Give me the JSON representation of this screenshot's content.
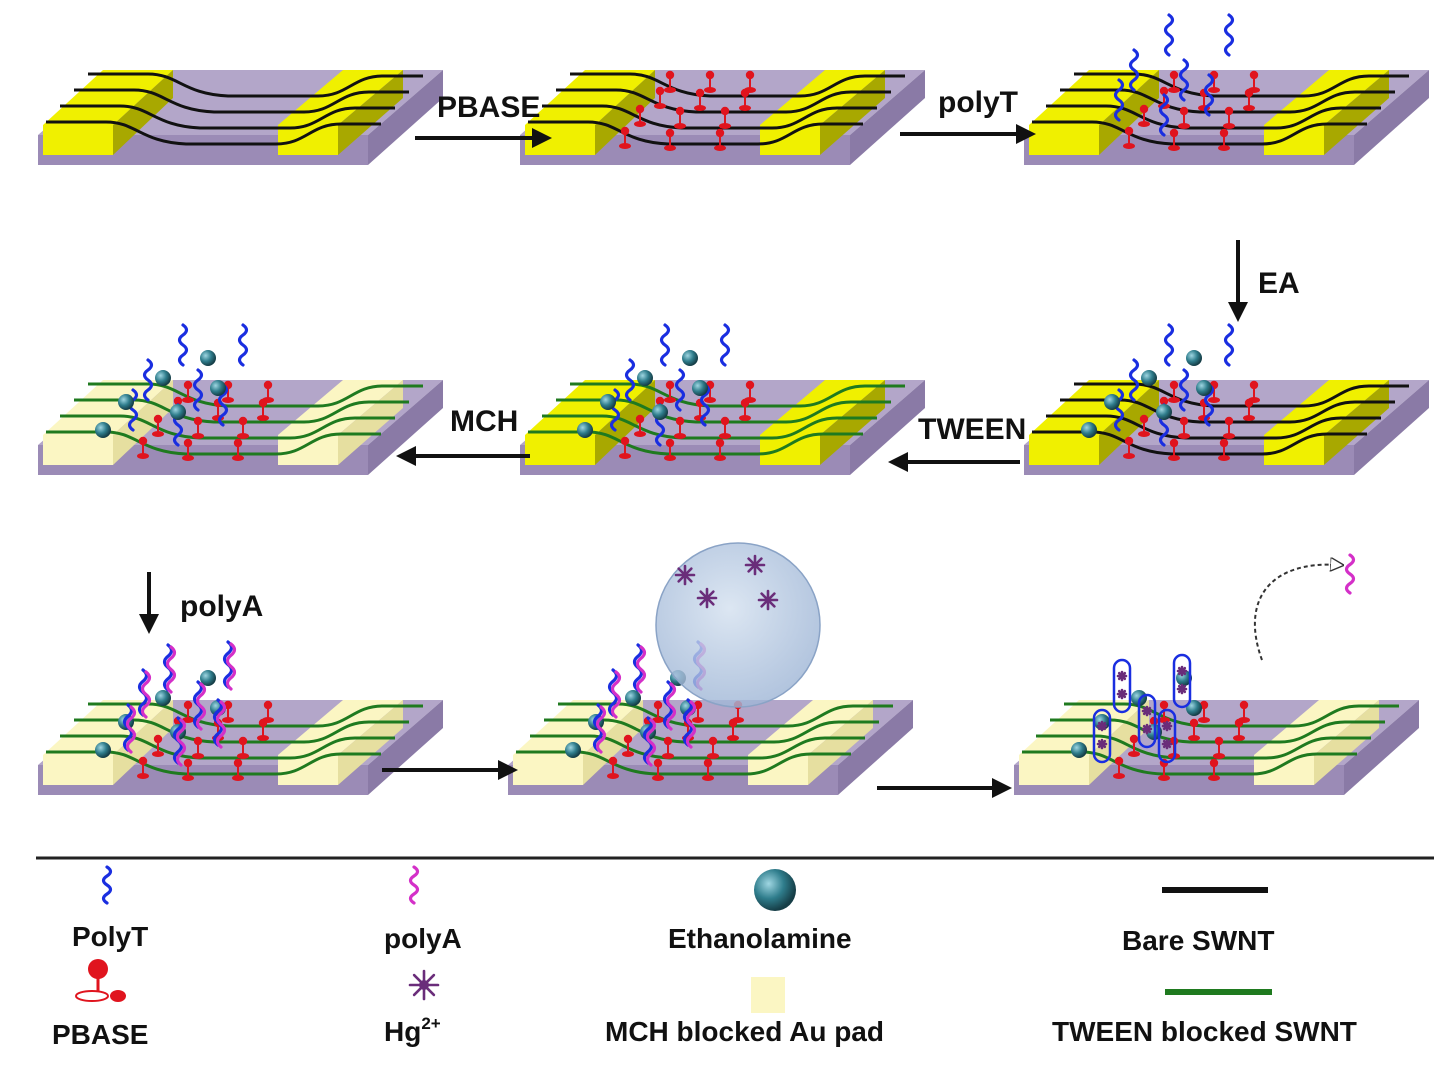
{
  "steps": {
    "s1": "PBASE",
    "s2": "polyT",
    "s3": "EA",
    "s4": "TWEEN",
    "s5": "MCH",
    "s6": "polyA"
  },
  "legend": {
    "polyt": "PolyT",
    "pbase": "PBASE",
    "polya": "polyA",
    "hg_base": "Hg",
    "hg_sup": "2+",
    "ethanolamine": "Ethanolamine",
    "mch_pad": "MCH blocked Au pad",
    "bare": "Bare SWNT",
    "tween": "TWEEN blocked SWNT"
  },
  "colors": {
    "au_pad": "#f0f000",
    "au_pad_side": "#a8a800",
    "mch_pad": "#fbf6c3",
    "substrate_top": "#b3a6c9",
    "substrate_side": "#9b8bb6",
    "bare_swnt": "#111111",
    "tween_swnt": "#1f7a1f",
    "pbase": "#e0141e",
    "polyt": "#1a2ee0",
    "polya": "#d430c8",
    "hg": "#6a2d7a",
    "ethanolamine": "#2f7d8c",
    "droplet": "#aec4e0"
  }
}
